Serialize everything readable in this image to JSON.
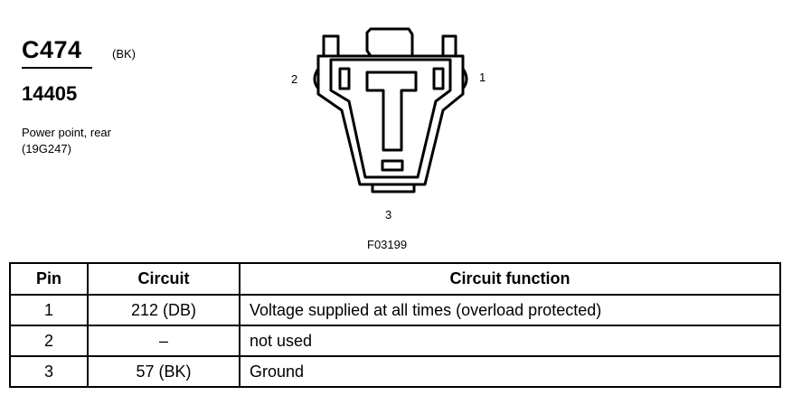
{
  "header": {
    "connector_id": "C474",
    "color_code": "(BK)",
    "part_number": "14405",
    "description_line1": "Power point, rear",
    "description_line2": "(19G247)"
  },
  "diagram": {
    "pin_label_1": "1",
    "pin_label_2": "2",
    "pin_label_3": "3",
    "figure_code": "F03199"
  },
  "table": {
    "headers": [
      "Pin",
      "Circuit",
      "Circuit function"
    ],
    "rows": [
      {
        "pin": "1",
        "circuit": "212 (DB)",
        "function": "Voltage supplied at all times (overload protected)"
      },
      {
        "pin": "2",
        "circuit": "–",
        "function": "not used"
      },
      {
        "pin": "3",
        "circuit": "57 (BK)",
        "function": "Ground"
      }
    ]
  }
}
